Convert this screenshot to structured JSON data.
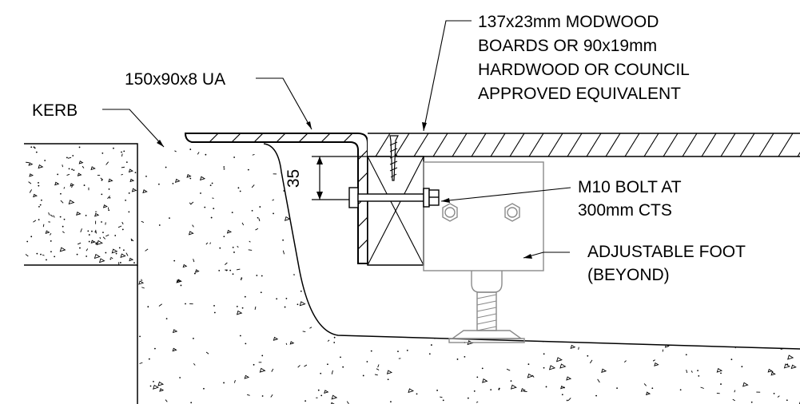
{
  "labels": {
    "kerb": "KERB",
    "angle": "150x90x8 UA",
    "boards": [
      "137x23mm MODWOOD",
      "BOARDS OR 90x19mm",
      "HARDWOOD OR COUNCIL",
      "APPROVED EQUIVALENT"
    ],
    "bolt": [
      "M10 BOLT AT",
      "300mm CTS"
    ],
    "foot": [
      "ADJUSTABLE FOOT",
      "(BEYOND)"
    ],
    "dimension": "35"
  },
  "colors": {
    "line": "#000000",
    "beyond": "#8a8a8a",
    "background": "#ffffff"
  }
}
